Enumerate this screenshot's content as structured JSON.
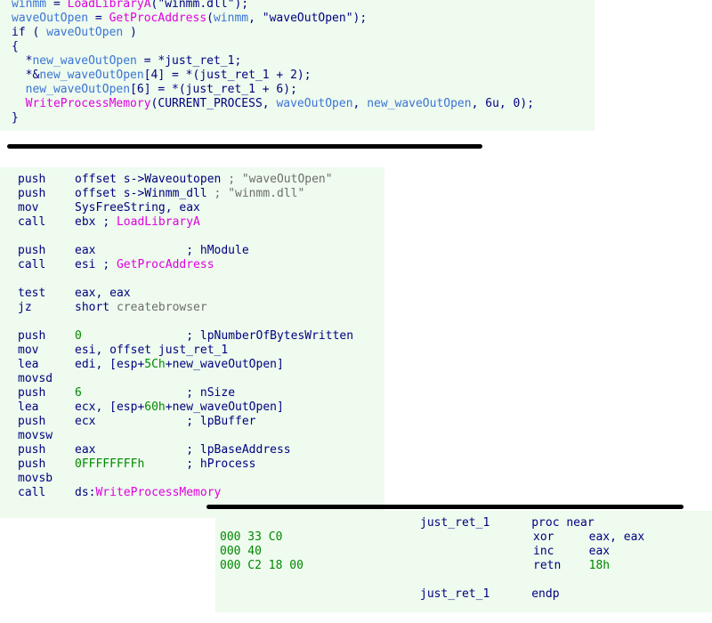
{
  "colors": {
    "panel_bg": "#eefbee",
    "text": "#000080",
    "api": "#e000e0",
    "var": "#3b74d6",
    "number": "#008800",
    "comment": "#6e6e6e",
    "divider": "#000000"
  },
  "pseudocode": {
    "lines": [
      [
        {
          "t": "winmm",
          "c": "var"
        },
        {
          "t": " = ",
          "c": "text"
        },
        {
          "t": "LoadLibraryA",
          "c": "api"
        },
        {
          "t": "(\"winmm.dll\");",
          "c": "text"
        }
      ],
      [
        {
          "t": "waveOutOpen",
          "c": "var"
        },
        {
          "t": " = ",
          "c": "text"
        },
        {
          "t": "GetProcAddress",
          "c": "api"
        },
        {
          "t": "(",
          "c": "text"
        },
        {
          "t": "winmm",
          "c": "var"
        },
        {
          "t": ", \"waveOutOpen\");",
          "c": "text"
        }
      ],
      [
        {
          "t": "if ( ",
          "c": "text"
        },
        {
          "t": "waveOutOpen",
          "c": "var"
        },
        {
          "t": " )",
          "c": "text"
        }
      ],
      [
        {
          "t": "{",
          "c": "text"
        }
      ],
      [
        {
          "t": "  *",
          "c": "text"
        },
        {
          "t": "new_waveOutOpen",
          "c": "var"
        },
        {
          "t": " = *just_ret_1;",
          "c": "text"
        }
      ],
      [
        {
          "t": "  *&",
          "c": "text"
        },
        {
          "t": "new_waveOutOpen",
          "c": "var"
        },
        {
          "t": "[4] = *(just_ret_1 + 2);",
          "c": "text"
        }
      ],
      [
        {
          "t": "  ",
          "c": "text"
        },
        {
          "t": "new_waveOutOpen",
          "c": "var"
        },
        {
          "t": "[6] = *(just_ret_1 + 6);",
          "c": "text"
        }
      ],
      [
        {
          "t": "  ",
          "c": "text"
        },
        {
          "t": "WriteProcessMemory",
          "c": "api"
        },
        {
          "t": "(CURRENT_PROCESS, ",
          "c": "text"
        },
        {
          "t": "waveOutOpen",
          "c": "var"
        },
        {
          "t": ", ",
          "c": "text"
        },
        {
          "t": "new_waveOutOpen",
          "c": "var"
        },
        {
          "t": ", 6u, 0);",
          "c": "text"
        }
      ],
      [
        {
          "t": "}",
          "c": "text"
        }
      ]
    ]
  },
  "disassembly": {
    "lines": [
      [
        {
          "t": "push",
          "c": "text"
        },
        {
          "t": "offset s->Waveoutopen ",
          "c": "text"
        },
        {
          "t": "; \"waveOutOpen\"",
          "c": "comment"
        }
      ],
      [
        {
          "t": "push",
          "c": "text"
        },
        {
          "t": "offset s->Winmm_dll ",
          "c": "text"
        },
        {
          "t": "; \"winmm.dll\"",
          "c": "comment"
        }
      ],
      [
        {
          "t": "mov",
          "c": "text"
        },
        {
          "t": "SysFreeString, eax",
          "c": "text"
        }
      ],
      [
        {
          "t": "call",
          "c": "text"
        },
        {
          "t": "ebx ",
          "c": "text"
        },
        {
          "t": "; ",
          "c": "text"
        },
        {
          "t": "LoadLibraryA",
          "c": "api"
        }
      ],
      [],
      [
        {
          "t": "push",
          "c": "text"
        },
        {
          "t": "eax             ; hModule",
          "c": "text"
        }
      ],
      [
        {
          "t": "call",
          "c": "text"
        },
        {
          "t": "esi ",
          "c": "text"
        },
        {
          "t": "; ",
          "c": "text"
        },
        {
          "t": "GetProcAddress",
          "c": "api"
        }
      ],
      [],
      [
        {
          "t": "test",
          "c": "text"
        },
        {
          "t": "eax, eax",
          "c": "text"
        }
      ],
      [
        {
          "t": "jz",
          "c": "text"
        },
        {
          "t": "short ",
          "c": "text"
        },
        {
          "t": "createbrowser",
          "c": "comment"
        }
      ],
      [],
      [
        {
          "t": "push",
          "c": "text"
        },
        {
          "t": "0",
          "c": "number"
        },
        {
          "t": "               ; lpNumberOfBytesWritten",
          "c": "text"
        }
      ],
      [
        {
          "t": "mov",
          "c": "text"
        },
        {
          "t": "esi, offset just_ret_1",
          "c": "text"
        }
      ],
      [
        {
          "t": "lea",
          "c": "text"
        },
        {
          "t": "edi, [esp+",
          "c": "text"
        },
        {
          "t": "5Ch",
          "c": "number"
        },
        {
          "t": "+new_waveOutOpen]",
          "c": "text"
        }
      ],
      [
        {
          "t": "movsd",
          "c": "text"
        }
      ],
      [
        {
          "t": "push",
          "c": "text"
        },
        {
          "t": "6",
          "c": "number"
        },
        {
          "t": "               ; nSize",
          "c": "text"
        }
      ],
      [
        {
          "t": "lea",
          "c": "text"
        },
        {
          "t": "ecx, [esp+",
          "c": "text"
        },
        {
          "t": "60h",
          "c": "number"
        },
        {
          "t": "+new_waveOutOpen]",
          "c": "text"
        }
      ],
      [
        {
          "t": "push",
          "c": "text"
        },
        {
          "t": "ecx             ; lpBuffer",
          "c": "text"
        }
      ],
      [
        {
          "t": "movsw",
          "c": "text"
        }
      ],
      [
        {
          "t": "push",
          "c": "text"
        },
        {
          "t": "eax             ; lpBaseAddress",
          "c": "text"
        }
      ],
      [
        {
          "t": "push",
          "c": "text"
        },
        {
          "t": "0FFFFFFFFh",
          "c": "number"
        },
        {
          "t": "      ; hProcess",
          "c": "text"
        }
      ],
      [
        {
          "t": "movsb",
          "c": "text"
        }
      ],
      [
        {
          "t": "call",
          "c": "text"
        },
        {
          "t": "ds:",
          "c": "text"
        },
        {
          "t": "WriteProcessMemory",
          "c": "api"
        }
      ]
    ]
  },
  "function_view": {
    "lines": [
      {
        "bytes": "",
        "code": [
          {
            "t": "just_ret_1      proc near",
            "c": "text"
          }
        ]
      },
      {
        "bytes": "000 33 C0",
        "code": [
          {
            "t": "xor     eax, eax",
            "c": "text"
          }
        ]
      },
      {
        "bytes": "000 40",
        "code": [
          {
            "t": "inc     eax",
            "c": "text"
          }
        ]
      },
      {
        "bytes": "000 C2 18 00",
        "code": [
          {
            "t": "retn    ",
            "c": "text"
          },
          {
            "t": "18h",
            "c": "number"
          }
        ]
      },
      {
        "bytes": "",
        "code": []
      },
      {
        "bytes": "",
        "code": [
          {
            "t": "just_ret_1      endp",
            "c": "text"
          }
        ]
      }
    ]
  }
}
